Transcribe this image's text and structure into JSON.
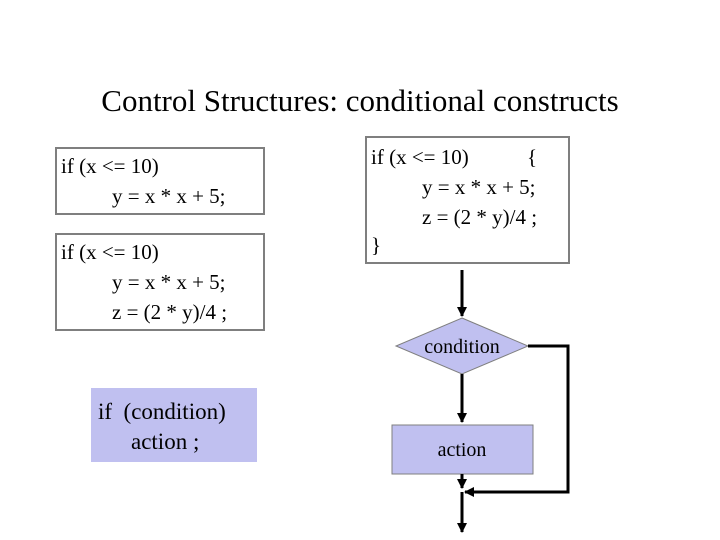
{
  "slide": {
    "title": "Control Structures: conditional constructs"
  },
  "code_box_1": {
    "lines": [
      "if (x <= 10)",
      "y = x * x + 5;"
    ]
  },
  "code_box_2": {
    "lines": [
      "if (x <= 10)",
      "y = x * x + 5;",
      "z = (2 * y)/4 ;"
    ]
  },
  "code_box_3": {
    "line1_text": "if (x <= 10)",
    "open_brace": "{",
    "lines": [
      "y = x * x + 5;",
      "z = (2 * y)/4 ;"
    ],
    "close_brace": "}"
  },
  "general_form": {
    "lines": [
      "if  (condition)",
      "action ;"
    ],
    "background_color": "#c0c0f0"
  },
  "flowchart": {
    "condition_label": "condition",
    "action_label": "action",
    "node_fill": "#c0c0f0",
    "line_color": "#000000"
  }
}
